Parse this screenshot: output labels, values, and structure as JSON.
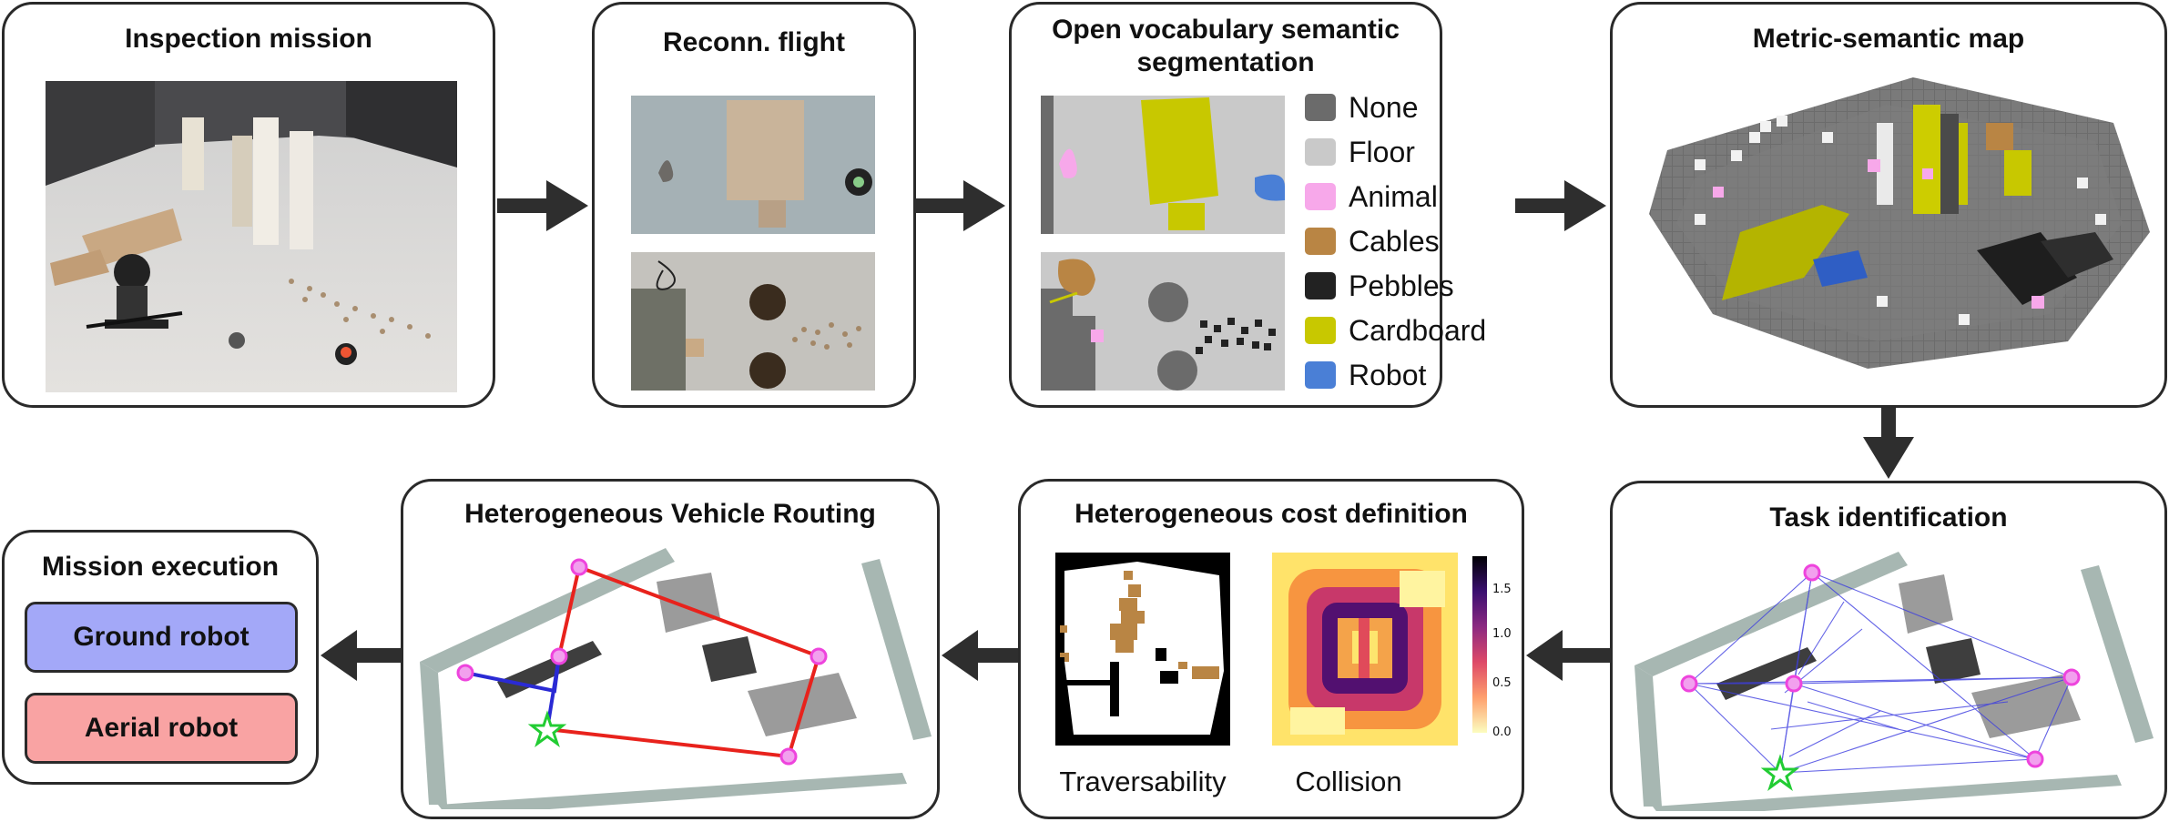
{
  "panels": {
    "inspection": {
      "title": "Inspection mission"
    },
    "recon": {
      "title": "Reconn. flight"
    },
    "segmentation": {
      "title_line1": "Open vocabulary semantic",
      "title_line2": "segmentation",
      "legend": [
        {
          "label": "None",
          "color": "#6b6b6b"
        },
        {
          "label": "Floor",
          "color": "#c9c9c9"
        },
        {
          "label": "Animal",
          "color": "#f7a8ea"
        },
        {
          "label": "Cables",
          "color": "#b98544"
        },
        {
          "label": "Pebbles",
          "color": "#222222"
        },
        {
          "label": "Cardboard",
          "color": "#c8c800"
        },
        {
          "label": "Robot",
          "color": "#4a7fd6"
        }
      ]
    },
    "metric_map": {
      "title": "Metric-semantic map"
    },
    "task": {
      "title": "Task identification"
    },
    "cost": {
      "title": "Heterogeneous cost definition",
      "caption_left": "Traversability",
      "caption_right": "Collision",
      "colorbar_ticks": [
        "1.5",
        "1.0",
        "0.5",
        "0.0"
      ]
    },
    "routing": {
      "title": "Heterogeneous Vehicle Routing"
    },
    "execution": {
      "title": "Mission execution",
      "ground_label": "Ground robot",
      "aerial_label": "Aerial robot",
      "ground_color": "#a3a8f8",
      "aerial_color": "#f9a3a3"
    }
  },
  "colors": {
    "border": "#2a2a2a",
    "arrow": "#2e2e2e",
    "map_wall": "#a7b7b2",
    "node": "#ee44dd",
    "route_red": "#e8221c",
    "route_blue": "#2a2ad4",
    "start_star": "#22cc33"
  }
}
